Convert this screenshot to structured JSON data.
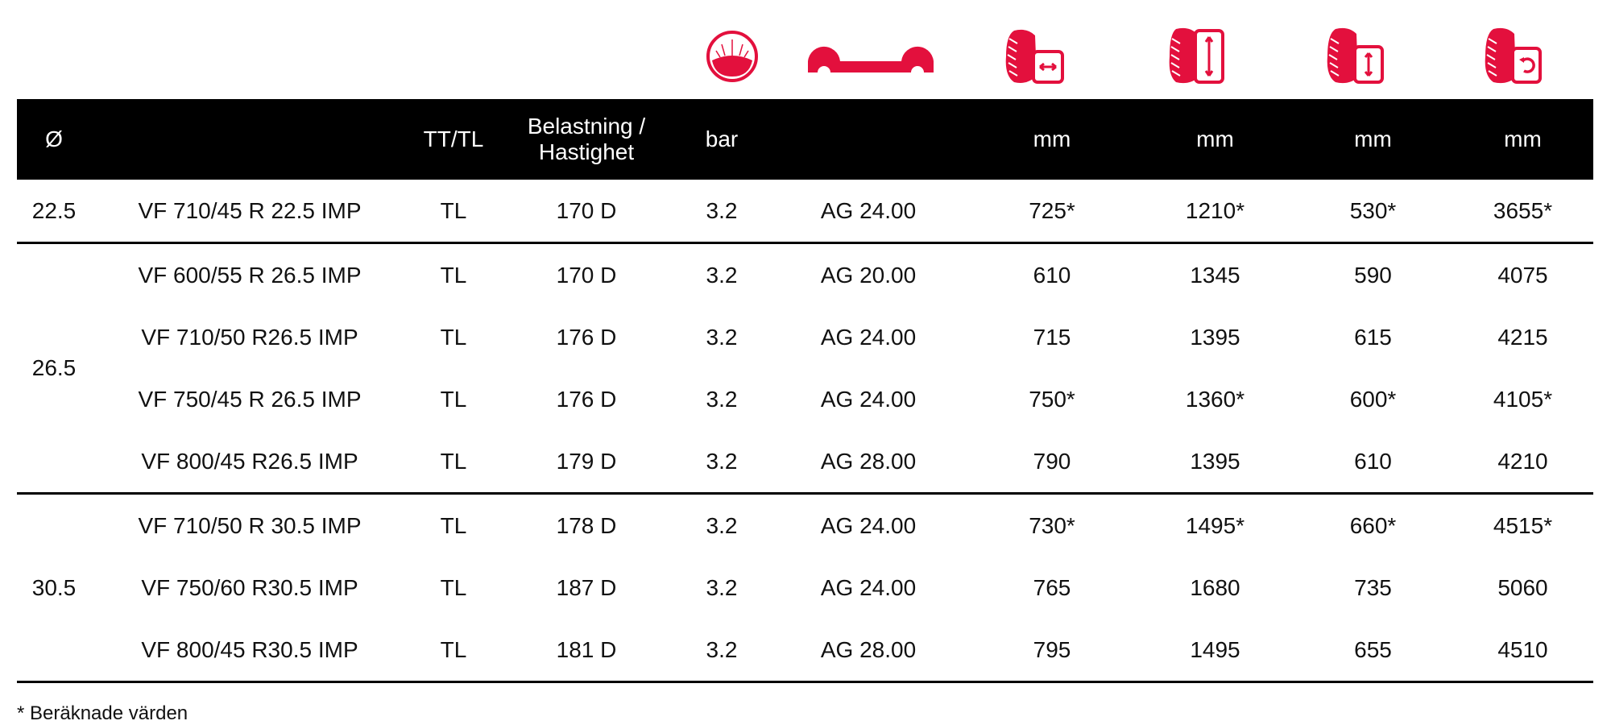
{
  "accent_color": "#e3103d",
  "icons": [
    "pressure-gauge-icon",
    "rim-profile-icon",
    "tire-width-icon",
    "tire-diameter-icon",
    "tire-static-radius-icon",
    "tire-rolling-circumference-icon"
  ],
  "header": [
    "Ø",
    "",
    "TT/TL",
    "Belastning / Hastighet",
    "bar",
    "",
    "mm",
    "mm",
    "mm",
    "mm"
  ],
  "groups": [
    {
      "diameter": "22.5",
      "rows": [
        [
          "VF 710/45 R 22.5 IMP",
          "TL",
          "170 D",
          "3.2",
          "AG 24.00",
          "725*",
          "1210*",
          "530*",
          "3655*"
        ]
      ]
    },
    {
      "diameter": "26.5",
      "rows": [
        [
          "VF 600/55 R 26.5 IMP",
          "TL",
          "170 D",
          "3.2",
          "AG 20.00",
          "610",
          "1345",
          "590",
          "4075"
        ],
        [
          "VF 710/50 R26.5 IMP",
          "TL",
          "176 D",
          "3.2",
          "AG 24.00",
          "715",
          "1395",
          "615",
          "4215"
        ],
        [
          "VF 750/45 R 26.5 IMP",
          "TL",
          "176 D",
          "3.2",
          "AG 24.00",
          "750*",
          "1360*",
          "600*",
          "4105*"
        ],
        [
          "VF 800/45 R26.5 IMP",
          "TL",
          "179 D",
          "3.2",
          "AG 28.00",
          "790",
          "1395",
          "610",
          "4210"
        ]
      ]
    },
    {
      "diameter": "30.5",
      "rows": [
        [
          "VF 710/50 R 30.5 IMP",
          "TL",
          "178 D",
          "3.2",
          "AG 24.00",
          "730*",
          "1495*",
          "660*",
          "4515*"
        ],
        [
          "VF 750/60 R30.5 IMP",
          "TL",
          "187 D",
          "3.2",
          "AG 24.00",
          "765",
          "1680",
          "735",
          "5060"
        ],
        [
          "VF 800/45 R30.5 IMP",
          "TL",
          "181 D",
          "3.2",
          "AG 28.00",
          "795",
          "1495",
          "655",
          "4510"
        ]
      ]
    }
  ],
  "footnote": "* Beräknade värden"
}
